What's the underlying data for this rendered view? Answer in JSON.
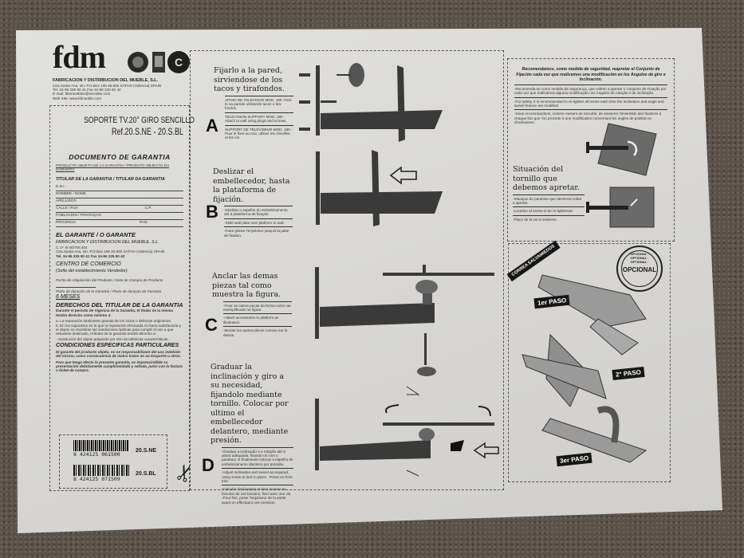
{
  "header": {
    "logo": "fdm",
    "company": "FABRICACION Y DISTRIBUCION DEL MUEBLE, S.L.",
    "address": "Ctra.Santa Ana, s/n. P.O.Box 106 46.800 XATIVA (Valencia) SPAIN",
    "phone": "Tel. 34-96 225 90 41  Fax 34-96 225 90 42",
    "email": "E-mail: fdmmuebles@servidex.com",
    "web": "Web Site: www.fdmueble.com"
  },
  "warranty": {
    "product_title": "SOPORTE TV.20° GIRO SENCILLO",
    "reference": "Ref.20.S.NE - 20.S.BL",
    "doc_title": "DOCUMENTO DE GARANTIA",
    "product_subject": "PRODUCTO OBJETO DE LA GARANTIA / PRODUTO OBJECTO DA GARANTIA",
    "holder_heading": "TITULAR DE LA GARANTIA / TITULAR DA GARANTIA",
    "fields": [
      "D.N.I.",
      "NOMBRE / NOME",
      "APELLIDOS",
      "CALLE / RUA",
      "POBLACION / POVOAÇAO",
      "PROVINCIA"
    ],
    "field_cp": "C.P.",
    "field_pais": "PAÍS",
    "guarantor_heading": "EL GARANTE / O GARANTE",
    "guarantor_name": "FABRICACION Y DISTRIBUCION DEL MUEBLE, S.L.",
    "guarantor_cif": "C.I.F. B-46/706.404",
    "guarantor_address": "Ctra.Santa Ana, s/n. P.O.Box 106 46.800 XATIVA (Valencia) SPAIN",
    "guarantor_phone": "Tel. 34-96 225 90 41  Fax 34-96 225 90 42",
    "store_heading": "CENTRO DE COMERCIO",
    "store_sub": "(Sello del establecimiento Vendedor)",
    "purchase_date": "Fecha de Adquisición del Producto / Data de Compra do Producto",
    "duration_label": "Plazo de duración de la Garantía / Plazo de duraçao da Garantia",
    "duration_value": "6 MESES",
    "rights_heading": "DERECHOS DEL TITULAR DE LA GARANTIA",
    "rights_intro": "Durante el periodo de Vigencia de la Garantía, el titular de la misma tendrá derecho como mínimo a:",
    "rights_a": "a. La reparación totalmente gratuita de los vicios o defectos originarios.",
    "rights_b": "b. En los supuestos en la que la reparación efectuada no fuera satisfactoria y el objeto no revistiese las condiciones óptimas para cumplir el uso a que estuviese destinado, el titular de la garantía tendrá derecho a:",
    "rights_sub": "- Sustitución del objeto adquirido por otro de idénticas características.",
    "conditions_heading": "CONDICIONES ESPECIFICAS PARTICULARES",
    "conditions_1": "El garante del producto objeto, no se responsabilizará del uso indebido del mismo, como consecuencia de malos tratos en su trasporte u otros.",
    "conditions_2": "Para que tenga efecto la presente garantía, es imprescindible su presentación debidamente cumplimentada y sellada, junto con la factura o ticket de compra.",
    "barcodes": [
      {
        "number": "8 424125 061500",
        "code": "20.S.NE"
      },
      {
        "number": "8 424125 071509",
        "code": "20.S.BL"
      }
    ]
  },
  "steps": [
    {
      "letter": "A",
      "title": "Fijarlo a la pared, sirviendose de los tacos y tirafondos.",
      "notes": [
        "APOIO DE TELEVISOR MOD. 180 -Fixá-lo na parede utilizando tacos e tira-fundos.",
        "TELEVISION SUPPORT MOD. 180 -Attach to wall using plugs and screws.",
        "SUPPORT DE TÉLÉVISEUR MOD. 180 -Pour le fixer au mur, utiliser les chevilles et les vis."
      ]
    },
    {
      "letter": "B",
      "title": "Deslizar el embellecedor, hasta la plataforma de fijación.",
      "notes": [
        "-Deslizar o espelho do embelezamento até à plataforma de fixação.",
        "-Slide wall plate over platform to wall.",
        "-Faire glisser l'enjoliveur jusqu'à la patte de fixation."
      ]
    },
    {
      "letter": "C",
      "title": "Anclar las demas piezas tal como muestra la figura.",
      "notes": [
        "-Fixar as outras peças da forma como vai exemplificado na figura.",
        "-Attach accessories to platform as illustrated.",
        "-Monter les autres pièces comme sur le dessin."
      ]
    },
    {
      "letter": "D",
      "title": "Graduar la inclinación y giro a su necesidad, fijandolo mediante tornillo. Colocar por ultimo el embellecedor delantero, mediante presión.",
      "notes": [
        "-Graduar a inclinação e a rotação até à altura adequada, fixando-os com o parafuso. E finalmente colocar o espelho de embelezamento dianteiro por pressão.",
        "-Adjust inclination and swivel as required, using screw to lock in place. -Press on front trim.",
        "-Calculer l'inclinaison et faire tourner en fonction de vos besoins, fixer avec une vis. -Pour finir, poser l'enjoliveur de la partie avant en effectuant une pression."
      ]
    }
  ],
  "safety": {
    "heading": "Recomendamos, como medida de seguridad, reapretar el Conjunto de Fijación cada vez que realicemos una modificación en los Angulos de giro e Inclinación.",
    "notes": [
      "-Recomenda-se como medida de segurança, que voltem a apertar o Conjunto de Fixação por cada vez que realizamos alguma modificação nos Angulos de rotação e de inclinação.",
      "-For safety, it is recommended to re-tighten all screw each time the inclination and angle and swivel feature are modified.",
      "-Nous recommandons, comme mesure de sécurité, de resserrer l'ensemble des fixations à chaque fois que l'on procède à une modification concernant les angles de position et d'inclinaison."
    ],
    "screw_title": "Situación del tornillo que debemos apretar.",
    "screw_notes": [
      "-Situaçao do parafuso que devemos voltar a apertar.",
      "-Location of screw to be re-tightened.",
      "-Place de la vis à resserrer."
    ]
  },
  "strap": {
    "banner": "CORREA SALVAMIEDOS",
    "stamp_center": "OPCIONAL",
    "stamp_ring": "OPCIONAL · OPTIONAL · OPTIONAL ·",
    "step1": "1er PASO",
    "step2": "2° PASO",
    "step3": "3er PASO"
  }
}
